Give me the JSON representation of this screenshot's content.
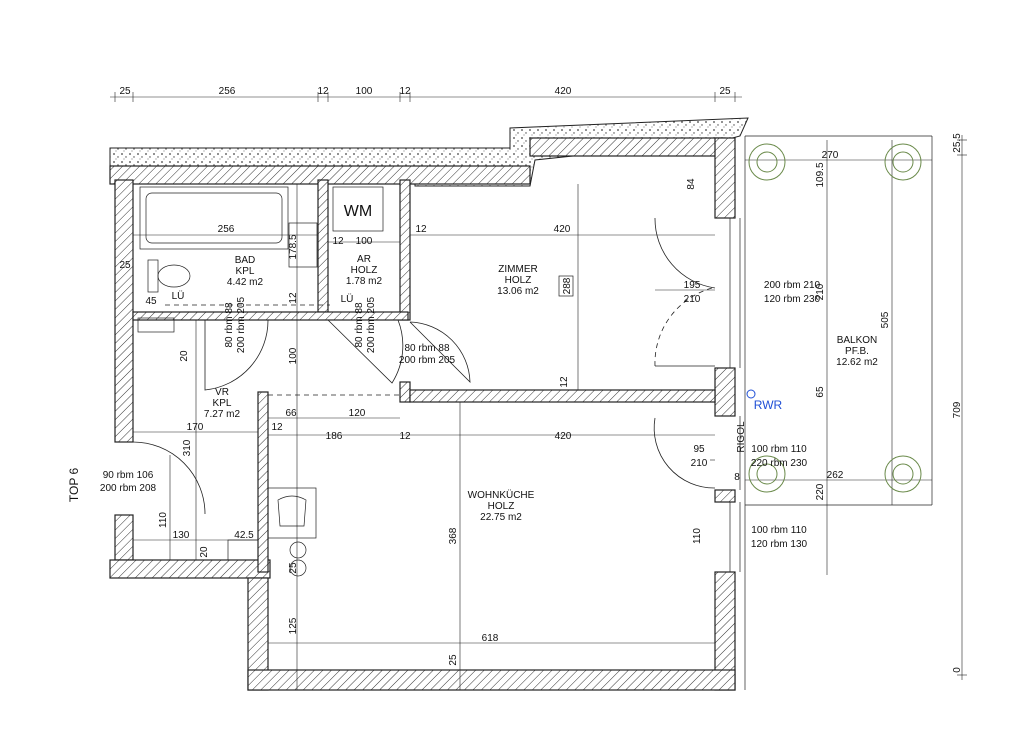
{
  "drawing": {
    "unit_label": "TOP 6",
    "top_dims": [
      "25",
      "256",
      "12",
      "100",
      "12",
      "420",
      "25"
    ],
    "right_dims": [
      "25.5",
      "709",
      "0"
    ],
    "balcony_dims": [
      "270",
      "109.5",
      "210",
      "505",
      "65",
      "220",
      "262"
    ],
    "rooms": {
      "bad": {
        "name": "BAD",
        "floor": "KPL",
        "area": "4.42 m2"
      },
      "ar": {
        "name": "AR",
        "floor": "HOLZ",
        "area": "1.78 m2"
      },
      "zimmer": {
        "name": "ZIMMER",
        "floor": "HOLZ",
        "area": "13.06 m2"
      },
      "vr": {
        "name": "VR",
        "floor": "KPL",
        "area": "7.27 m2"
      },
      "wohnkueche": {
        "name": "WOHNKÜCHE",
        "floor": "HOLZ",
        "area": "22.75 m2"
      },
      "balkon": {
        "name": "BALKON",
        "floor": "PF.B.",
        "area": "12.62 m2"
      }
    },
    "labels": {
      "wm": "WM",
      "lu1": "LÜ",
      "lu2": "LÜ",
      "rwr": "RWR",
      "rigol": "RIGOL",
      "box288": "288"
    },
    "inner_dims": {
      "bad_w": "256",
      "ar_w": "100",
      "wall12a": "12",
      "wall12b": "12",
      "zimmer_w": "420",
      "d1785": "178.5",
      "d25": "25",
      "d45": "45",
      "d12v": "12",
      "d84": "84",
      "door_bad1": "80 rbm 88",
      "door_bad2": "200 rbm 205",
      "door_ar1": "80 rbm 88",
      "door_ar2": "200 rbm 205",
      "door_z1": "80 rbm 88",
      "door_z2": "200 rbm 205",
      "d20": "20",
      "d100": "100",
      "d195": "195",
      "d210": "210",
      "win1a": "200 rbm 210",
      "win1b": "120 rbm 230",
      "d12z": "12",
      "d66": "66",
      "d120": "120",
      "d170": "170",
      "d12c": "12",
      "d186": "186",
      "d12d": "12",
      "wk_w": "420",
      "d310": "310",
      "d95": "95",
      "d210b": "210",
      "win2a": "100 rbm 110",
      "win2b": "220 rbm 230",
      "d8": "8",
      "entry1": "90 rbm 106",
      "entry2": "200 rbm 208",
      "d110": "110",
      "d130": "130",
      "d425": "42.5",
      "d20b": "20",
      "d368": "368",
      "d110b": "110",
      "win3a": "100 rbm 110",
      "win3b": "120 rbm 130",
      "d25b": "25",
      "d125": "125",
      "d618": "618",
      "d25c": "25"
    }
  }
}
